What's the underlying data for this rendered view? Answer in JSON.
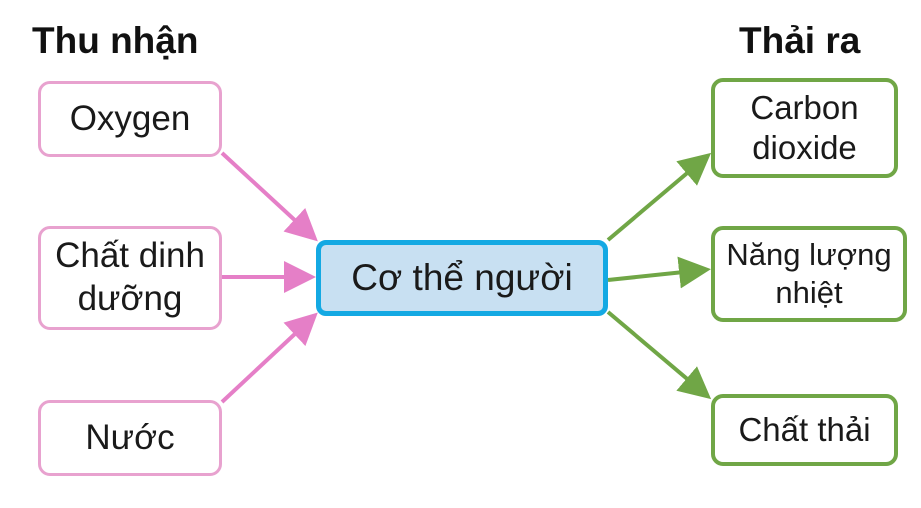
{
  "headings": {
    "intake": "Thu nhận",
    "output": "Thải ra"
  },
  "center": {
    "label": "Cơ thể người"
  },
  "inputs": {
    "oxygen": "Oxygen",
    "nutrients_line1": "Chất dinh",
    "nutrients_line2": "dưỡng",
    "water": "Nước"
  },
  "outputs": {
    "co2_line1": "Carbon",
    "co2_line2": "dioxide",
    "heat_line1": "Năng lượng",
    "heat_line2": "nhiệt",
    "waste": "Chất thải"
  },
  "colors": {
    "input_border": "#e8a2cf",
    "input_arrow": "#e57fc7",
    "output_border": "#70a646",
    "output_arrow": "#70a646",
    "center_border": "#14a9e3",
    "center_fill": "#c8e0f2"
  }
}
